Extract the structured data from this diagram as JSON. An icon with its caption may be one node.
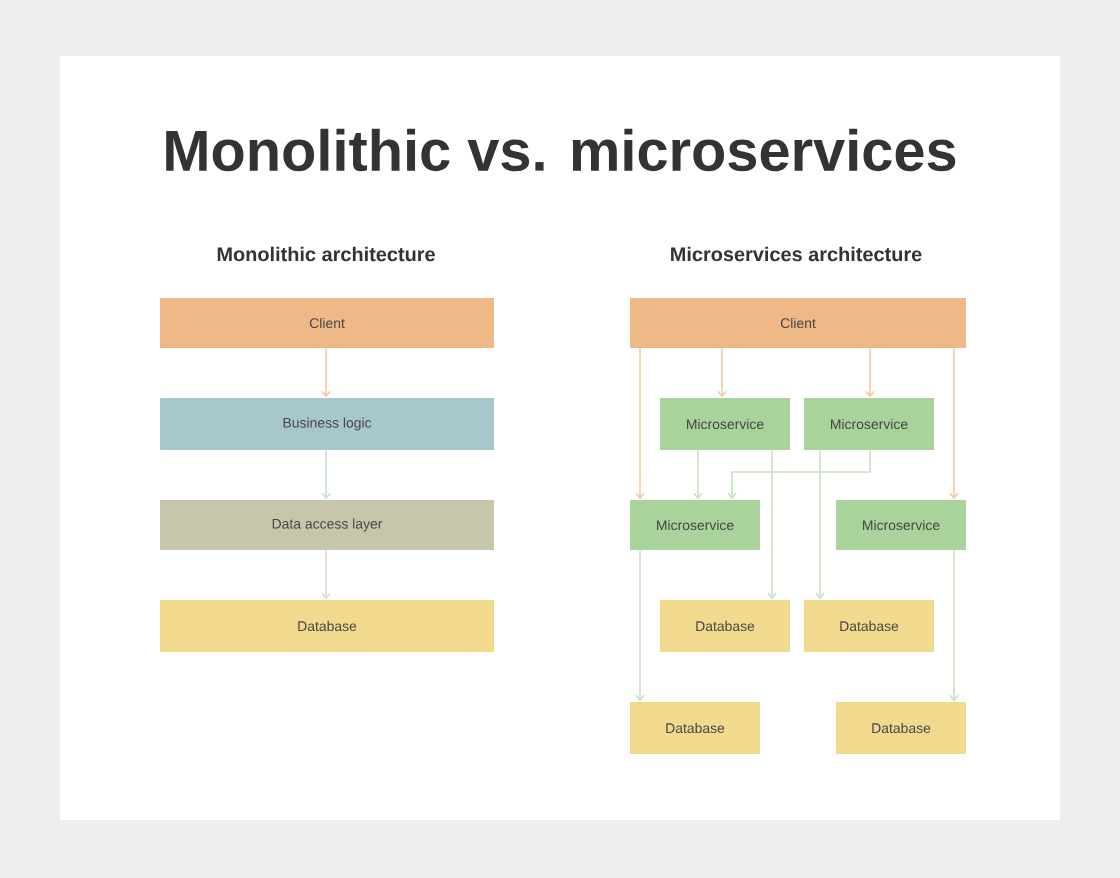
{
  "diagram": {
    "title": "Monolithic vs. microservices",
    "nodes": [
      {
        "text": [
          "Client"
        ]
      },
      {
        "text": [
          "Business logic"
        ]
      },
      {
        "text": [
          "Data access layer"
        ]
      },
      {
        "text": [
          "Database"
        ]
      },
      {
        "text": [
          "Client"
        ]
      },
      {
        "text": [
          "Microservice"
        ]
      },
      {
        "text": [
          "Microservice"
        ]
      },
      {
        "text": [
          "Microservice"
        ]
      },
      {
        "text": [
          "Microservice"
        ]
      },
      {
        "text": [
          "Database"
        ]
      },
      {
        "text": [
          "Database"
        ]
      },
      {
        "text": [
          "Database"
        ]
      },
      {
        "text": [
          "Database"
        ]
      }
    ],
    "edges": [
      {
        "from": 0,
        "to": 1,
        "arrow": "to",
        "color": "#f5c9a4"
      },
      {
        "from": 1,
        "to": 2,
        "arrow": "to",
        "color": "#c4dde2"
      },
      {
        "from": 2,
        "to": 3,
        "arrow": "to",
        "color": "#dcdccb"
      },
      {
        "from": 4,
        "to": 7,
        "arrow": "to",
        "color": "#f5c9a4"
      },
      {
        "from": 4,
        "to": 5,
        "arrow": "to",
        "color": "#f5c9a4"
      },
      {
        "from": 4,
        "to": 6,
        "arrow": "to",
        "color": "#f5c9a4"
      },
      {
        "from": 4,
        "to": 8,
        "arrow": "to",
        "color": "#f5c9a4"
      },
      {
        "from": 5,
        "to": 7,
        "arrow": "to"
      },
      {
        "from": 6,
        "to": 7,
        "arrow": "to"
      },
      {
        "from": 5,
        "to": 9,
        "arrow": "to"
      },
      {
        "from": 6,
        "to": 10,
        "arrow": "to"
      },
      {
        "from": 7,
        "to": 11,
        "arrow": "to"
      },
      {
        "from": 8,
        "to": 12,
        "arrow": "to"
      }
    ],
    "labels": [
      "Monolithic architecture",
      "Microservices architecture"
    ]
  }
}
